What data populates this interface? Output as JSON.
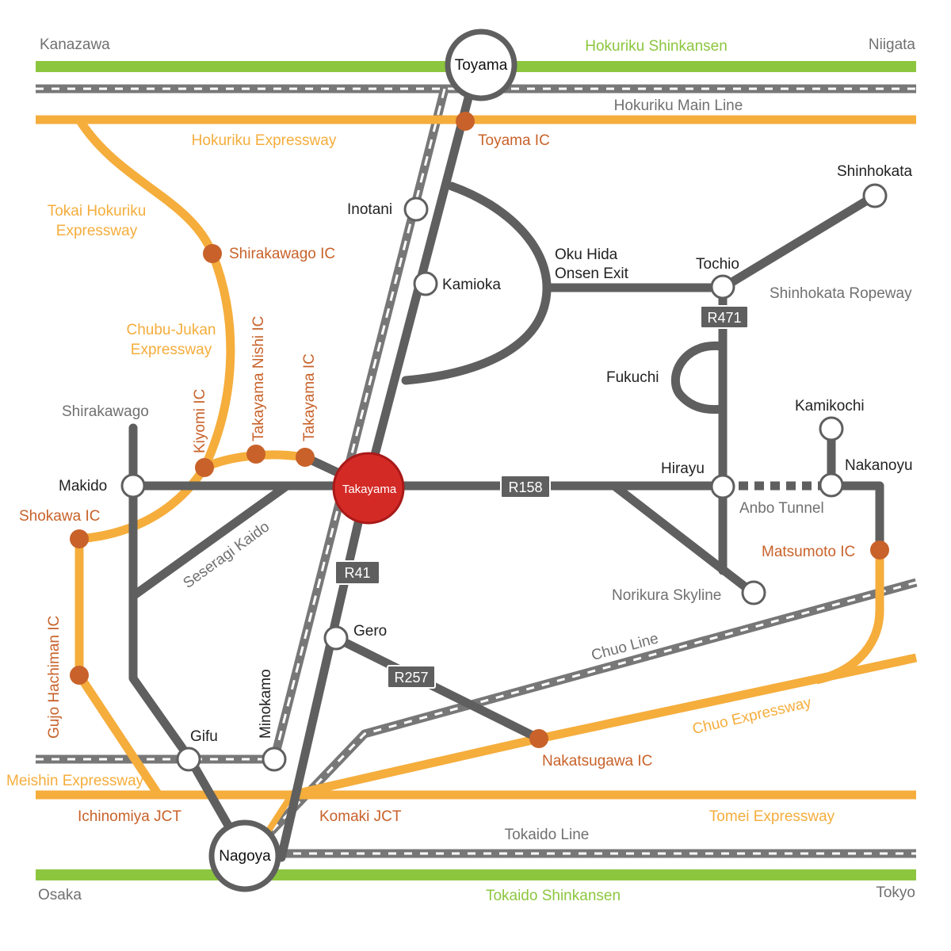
{
  "cities": {
    "kanazawa": "Kanazawa",
    "niigata": "Niigata",
    "osaka": "Osaka",
    "tokyo": "Tokyo",
    "toyama": "Toyama",
    "nagoya": "Nagoya",
    "takayama": "Takayama"
  },
  "rail_lines": {
    "hokuriku_shinkansen": "Hokuriku Shinkansen",
    "hokuriku_main_line": "Hokuriku Main Line",
    "tokaido_shinkansen": "Tokaido Shinkansen",
    "tokaido_line": "Tokaido Line",
    "chuo_line": "Chuo Line"
  },
  "expressways": {
    "hokuriku": "Hokuriku Expressway",
    "tokai_hokuriku_1": "Tokai Hokuriku",
    "tokai_hokuriku_2": "Expressway",
    "chubu_jukan_1": "Chubu-Jukan",
    "chubu_jukan_2": "Expressway",
    "meishin": "Meishin Expressway",
    "tomei": "Tomei Expressway",
    "chuo": "Chuo Expressway"
  },
  "interchanges": {
    "toyama_ic": "Toyama IC",
    "shirakawago_ic": "Shirakawago IC",
    "takayama_nishi_ic": "Takayama Nishi IC",
    "takayama_ic": "Takayama IC",
    "kiyomi_ic": "Kiyomi IC",
    "shokawa_ic": "Shokawa IC",
    "gujo_hachiman_ic": "Gujo Hachiman IC",
    "ichinomiya_jct": "Ichinomiya JCT",
    "komaki_jct": "Komaki JCT",
    "nakatsugawa_ic": "Nakatsugawa IC",
    "matsumoto_ic": "Matsumoto IC"
  },
  "stations": {
    "inotani": "Inotani",
    "kamioka": "Kamioka",
    "oku_hida_1": "Oku Hida",
    "oku_hida_2": "Onsen Exit",
    "tochio": "Tochio",
    "shinhokata": "Shinhokata",
    "shinhokata_ropeway": "Shinhokata Ropeway",
    "fukuchi": "Fukuchi",
    "kamikochi": "Kamikochi",
    "nakanoyu": "Nakanoyu",
    "hirayu": "Hirayu",
    "anbo_tunnel": "Anbo Tunnel",
    "norikura_skyline": "Norikura Skyline",
    "shirakawago": "Shirakawago",
    "makido": "Makido",
    "seseragi_kaido": "Seseragi Kaido",
    "gero": "Gero",
    "gifu": "Gifu",
    "minokamo": "Minokamo"
  },
  "routes": {
    "r41": "R41",
    "r158": "R158",
    "r257": "R257",
    "r471": "R471"
  },
  "colors": {
    "shinkansen": "#8cc63f",
    "expressway": "#f5ad3c",
    "road": "#5f5f5f",
    "rail": "#777777",
    "interchange": "#c8622a",
    "takayama": "#d42a26"
  }
}
